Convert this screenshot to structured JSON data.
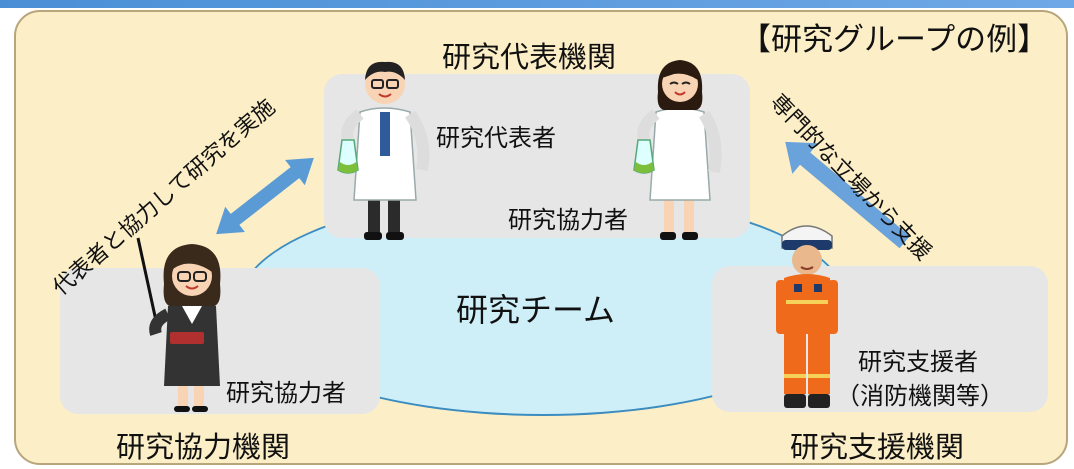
{
  "diagram": {
    "title": "【研究グループの例】",
    "team_label": "研究チーム",
    "lead_org": {
      "label": "研究代表機関",
      "representative": "研究代表者",
      "collaborator": "研究協力者"
    },
    "coop_org": {
      "label": "研究協力機関",
      "collaborator": "研究協力者"
    },
    "support_org": {
      "label": "研究支援機関",
      "supporter": "研究支援者",
      "supporter_note": "（消防機関等）"
    },
    "arrow_left_label": "代表者と協力して研究を実施",
    "arrow_right_label": "専門的な立場から支援"
  },
  "colors": {
    "panel_bg": "#fcefc7",
    "team_fill": "#cfeff8",
    "team_stroke": "#3c8cc0",
    "box_fill": "#e6e6e6",
    "arrow": "#5b9bd5",
    "top_bar": "#4a8fd6"
  },
  "icons": [
    "researcher-male-icon",
    "researcher-female-icon",
    "teacher-female-icon",
    "firefighter-icon"
  ]
}
